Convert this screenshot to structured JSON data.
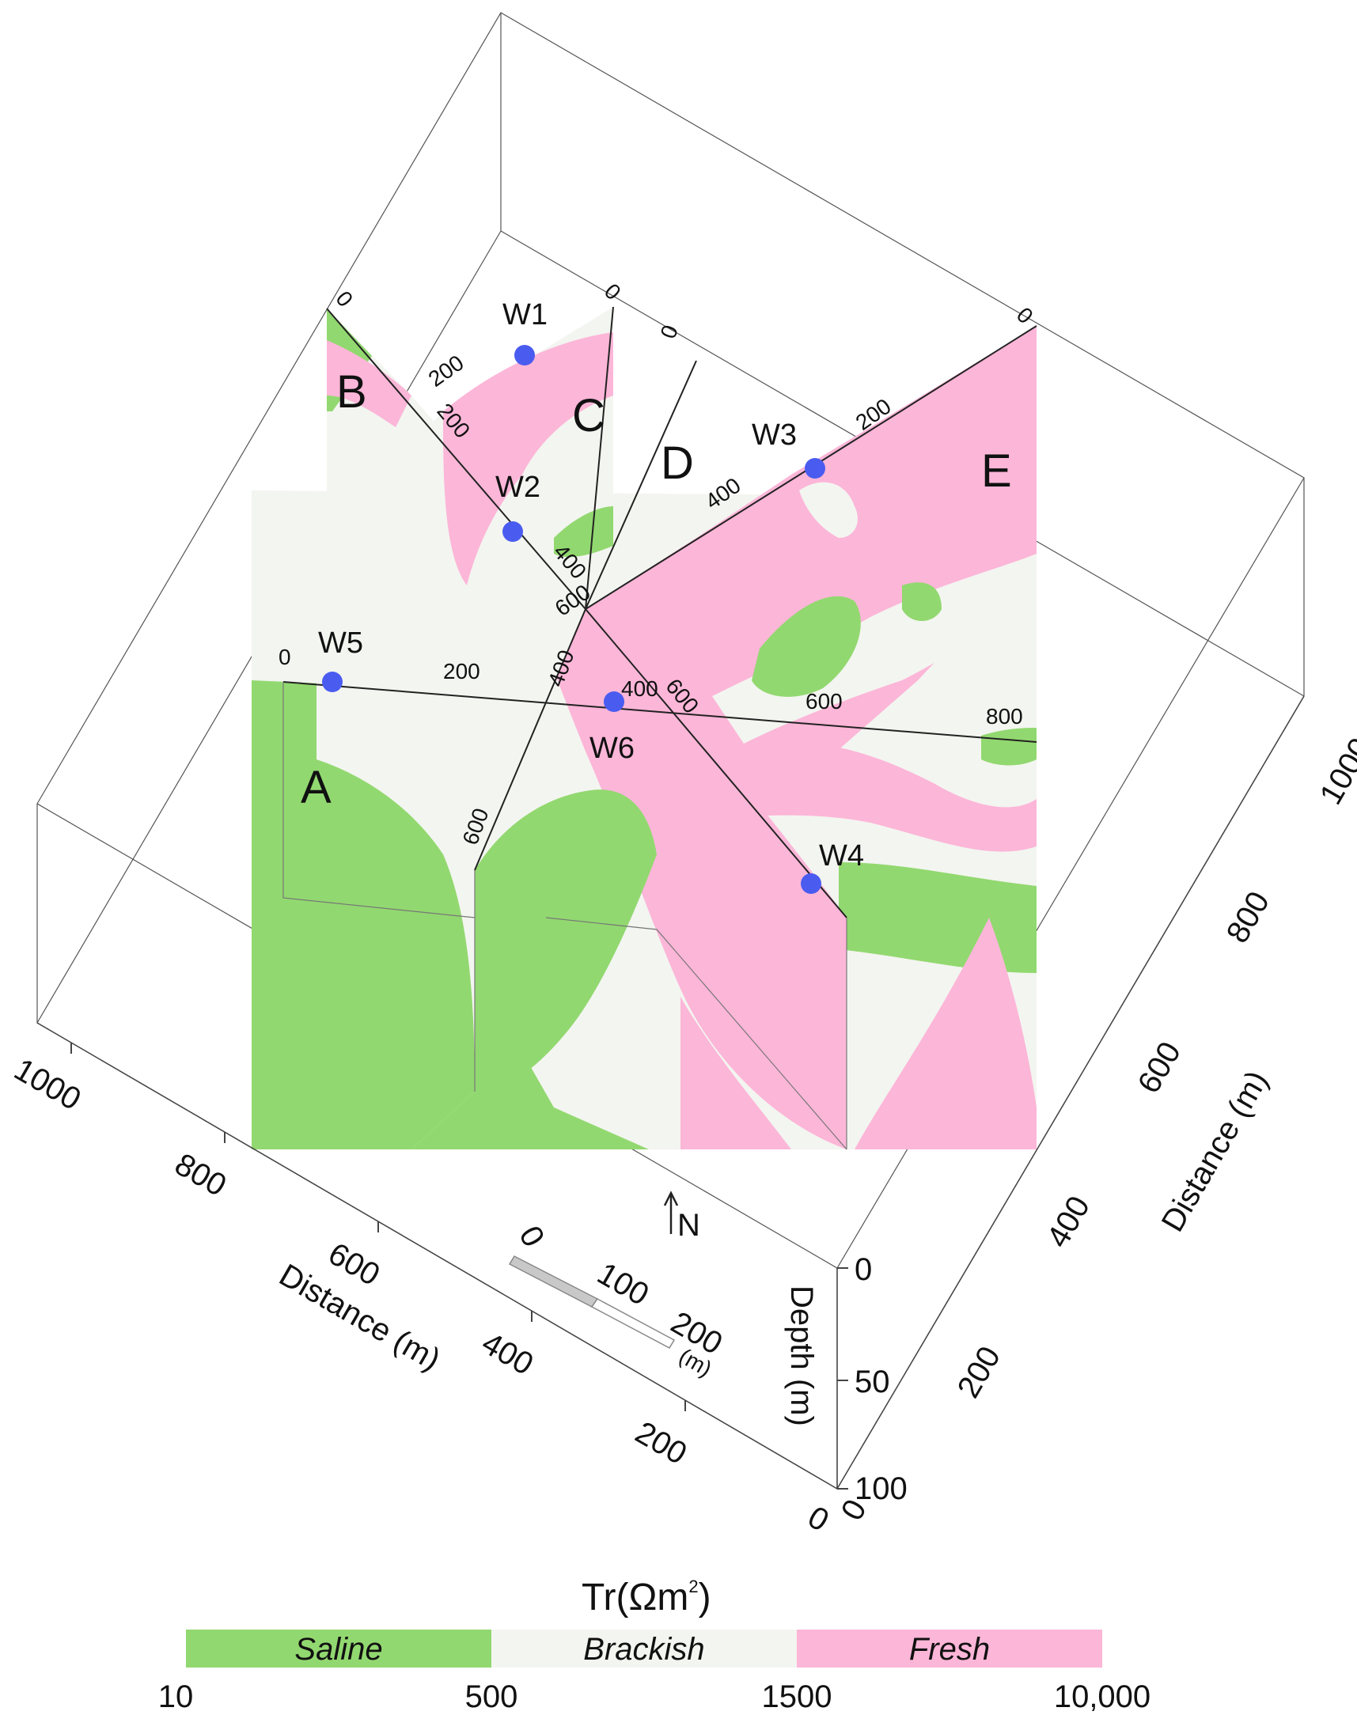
{
  "profiles": [
    "A",
    "B",
    "C",
    "D",
    "E"
  ],
  "wells": [
    "W1",
    "W2",
    "W3",
    "W4",
    "W5",
    "W6"
  ],
  "profile_ticks": {
    "A": [
      "0",
      "200",
      "400",
      "600",
      "800"
    ],
    "B": [
      "0",
      "200",
      "400",
      "600"
    ],
    "C": [
      "0",
      "200",
      "400",
      "600"
    ],
    "D": [
      "0",
      "400",
      "600"
    ],
    "E": [
      "0",
      "200"
    ]
  },
  "axes": {
    "left": {
      "label": "Distance (m)",
      "ticks": [
        "1000",
        "800",
        "600",
        "400",
        "200",
        "0"
      ]
    },
    "right": {
      "label": "Distance (m)",
      "ticks": [
        "0",
        "200",
        "400",
        "600",
        "800",
        "1000"
      ]
    },
    "depth": {
      "label": "Depth (m)",
      "ticks": [
        "0",
        "50",
        "100"
      ]
    }
  },
  "scale_bar": {
    "ticks": [
      "0",
      "100",
      "200"
    ],
    "unit": "(m)"
  },
  "north": "N",
  "legend": {
    "title": "Tr(Ωm",
    "title_sup": "2",
    "title_end": ")",
    "classes": [
      {
        "name": "Saline",
        "color": "#92d870"
      },
      {
        "name": "Brackish",
        "color": "#f3f5f0"
      },
      {
        "name": "Fresh",
        "color": "#fcb6d8"
      }
    ],
    "breaks": [
      "10",
      "500",
      "1500",
      "10,000"
    ]
  },
  "colors": {
    "well": "#4a5cf0",
    "saline": "#92d870",
    "brackish": "#f3f5f0",
    "fresh": "#fcb6d8"
  }
}
